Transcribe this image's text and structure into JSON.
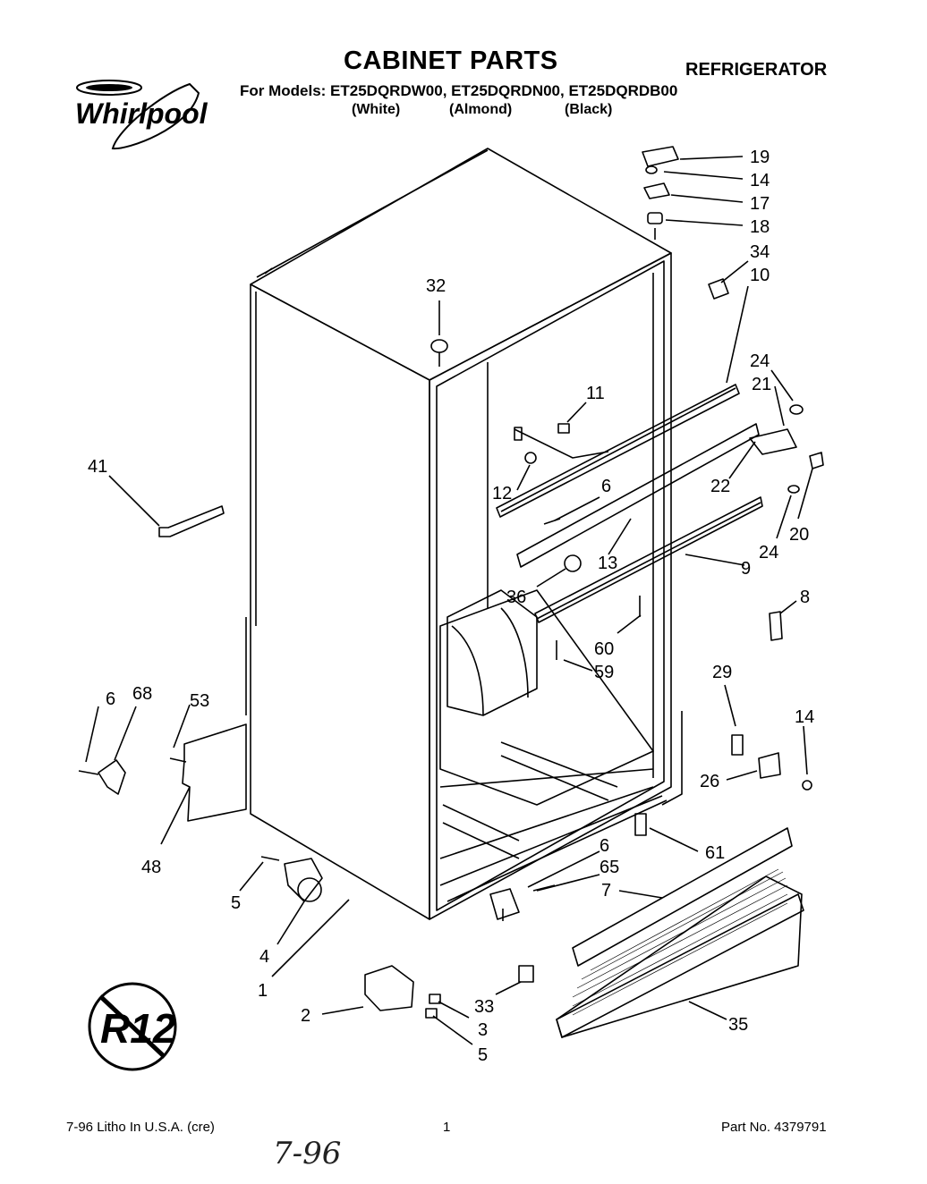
{
  "header": {
    "title": "CABINET PARTS",
    "category": "REFRIGERATOR",
    "models_line": "For Models: ET25DQRDW00, ET25DQRDN00, ET25DQRDB00",
    "color_white": "(White)",
    "color_almond": "(Almond)",
    "color_black": "(Black)",
    "brand": "Whirlpool"
  },
  "footer": {
    "litho": "7-96 Litho In U.S.A. (cre)",
    "page": "1",
    "part_no": "Part No. 4379791",
    "handwritten_date": "7-96"
  },
  "badge": {
    "text": "R12"
  },
  "callouts": [
    "19",
    "14",
    "17",
    "18",
    "34",
    "10",
    "32",
    "24",
    "21",
    "11",
    "41",
    "12",
    "6",
    "22",
    "20",
    "13",
    "9",
    "36",
    "24",
    "8",
    "60",
    "59",
    "29",
    "6",
    "68",
    "53",
    "14",
    "26",
    "48",
    "61",
    "6",
    "65",
    "5",
    "7",
    "4",
    "1",
    "33",
    "2",
    "3",
    "35",
    "5"
  ]
}
